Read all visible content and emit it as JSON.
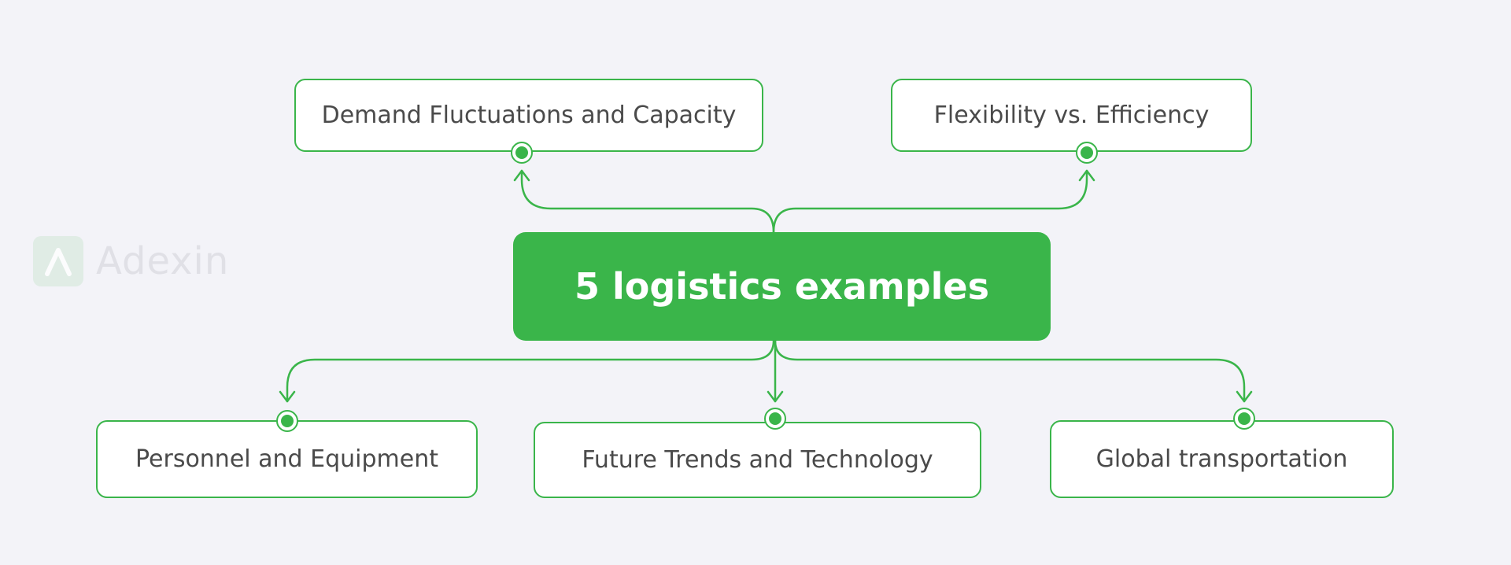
{
  "diagram": {
    "central_label": "5 logistics examples",
    "top_nodes": [
      {
        "label": "Demand Fluctuations and Capacity"
      },
      {
        "label": "Flexibility vs. Efficiency"
      }
    ],
    "bottom_nodes": [
      {
        "label": "Personnel and Equipment"
      },
      {
        "label": "Future Trends and Technology"
      },
      {
        "label": "Global transportation"
      }
    ]
  },
  "watermark": {
    "brand": "Adexin"
  },
  "colors": {
    "accent": "#3ab54a",
    "background": "#f3f3f8",
    "node_text": "#4a4a4a",
    "watermark": "#dcdce2"
  }
}
